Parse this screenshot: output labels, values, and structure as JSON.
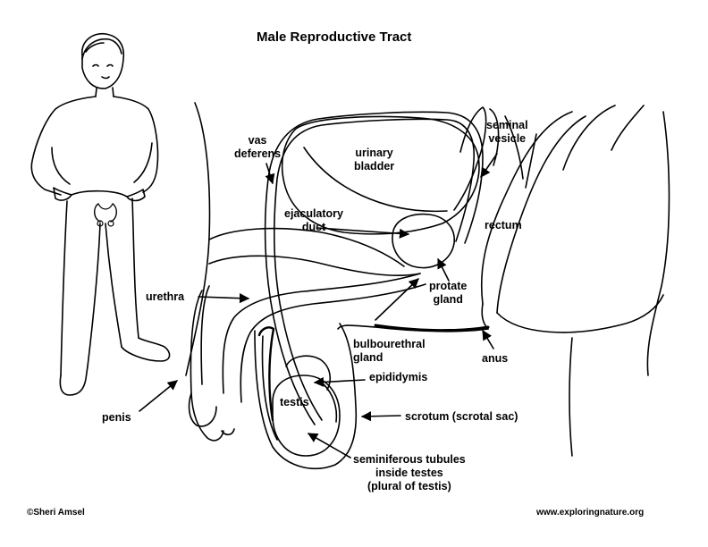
{
  "title": "Male Reproductive Tract",
  "labels": {
    "vas_deferens": "vas\ndeferens",
    "urinary_bladder": "urinary\nbladder",
    "seminal_vesicle": "seminal\nvesicle",
    "ejaculatory_duct": "ejaculatory\nduct",
    "rectum": "rectum",
    "urethra": "urethra",
    "prostate_gland": "protate\ngland",
    "bulbourethral_gland": "bulbourethral\ngland",
    "anus": "anus",
    "epididymis": "epididymis",
    "testis": "testis",
    "penis": "penis",
    "scrotum": "scrotum (scrotal sac)",
    "seminiferous_tubules": "seminiferous tubules\ninside testes\n(plural of testis)"
  },
  "footer": {
    "copyright": "©Sheri Amsel",
    "website": "www.exploringnature.org"
  },
  "colors": {
    "line": "#000000",
    "background": "#ffffff"
  }
}
